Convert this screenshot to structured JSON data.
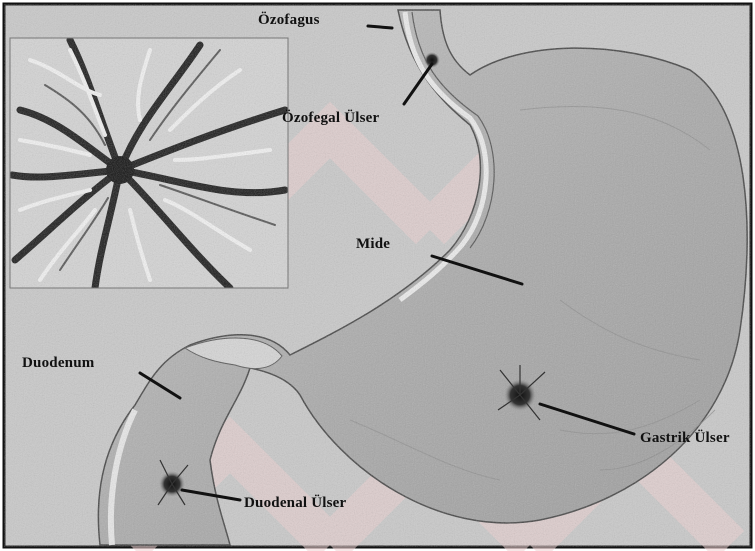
{
  "labels": {
    "ozofagus": "Özofagus",
    "ozofagal_ulser": "Özofegal Ülser",
    "mide": "Mide",
    "duodenum": "Duodenum",
    "gastrik_ulser": "Gastrik Ülser",
    "duodenal_ulser": "Duodenal Ülser"
  },
  "colors": {
    "frame": "#111111",
    "background": "#c9c9c9",
    "stomach": "#b3b3b3",
    "inset_fold_dark": "#222222",
    "inset_fold_light": "#eeeeee",
    "watermark": "#f3dada"
  }
}
